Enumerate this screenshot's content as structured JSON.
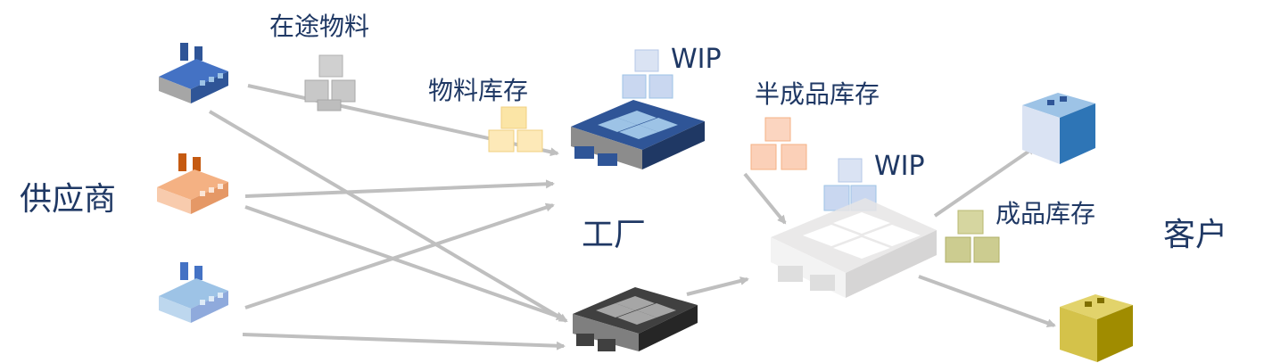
{
  "labels": {
    "suppliers": "供应商",
    "in_transit": "在途物料",
    "material_inventory": "物料库存",
    "wip_factory": "WIP",
    "factory": "工厂",
    "semi_finished_inventory": "半成品库存",
    "wip_semi": "WIP",
    "finished_inventory": "成品库存",
    "customers": "客户"
  },
  "colors": {
    "arrow": "#bfbfbf",
    "text": "#1f3864",
    "supplier_blue": "#4472c4",
    "supplier_orange": "#f4b183",
    "supplier_lightblue": "#9dc3e6",
    "factory_blue": "#2f5597",
    "factory_dark": "#404040",
    "factory_light": "#e7e6e6",
    "customer_blue": "#2e75b6",
    "customer_gold": "#c9b400"
  },
  "icons": {
    "supplier": "factory-building-icon",
    "factory": "warehouse-icon",
    "box": "box-stack-icon",
    "customer": "office-building-icon"
  }
}
